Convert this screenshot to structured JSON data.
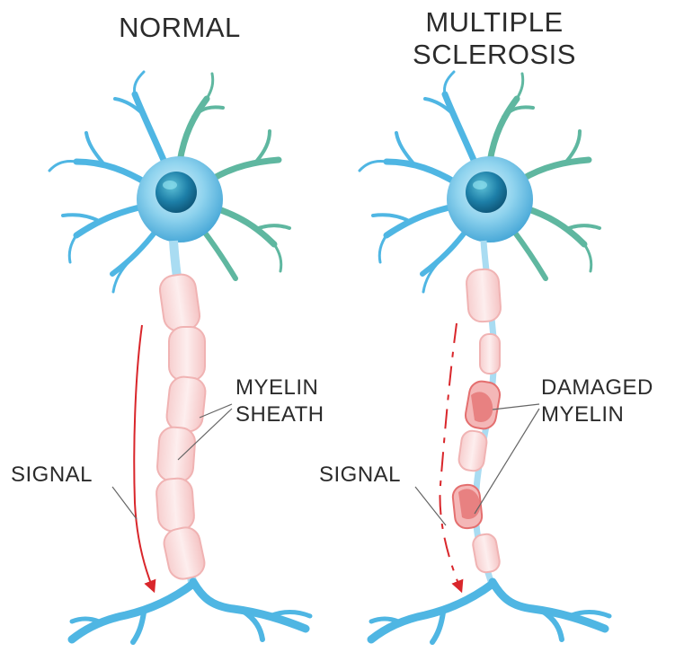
{
  "panels": {
    "normal": {
      "title": "NORMAL",
      "sheath_label_line1": "MYELIN",
      "sheath_label_line2": "SHEATH",
      "signal_label": "SIGNAL"
    },
    "ms": {
      "title_line1": "MULTIPLE",
      "title_line2": "SCLEROSIS",
      "damage_label_line1": "DAMAGED",
      "damage_label_line2": "MYELIN",
      "signal_label": "SIGNAL"
    }
  },
  "colors": {
    "soma": "#8fd3ee",
    "soma_dark": "#3aa6d6",
    "nucleus": "#1d7fa8",
    "dendrite_blue": "#4fb6e3",
    "dendrite_green": "#5fb7a0",
    "myelin_fill": "#fbe2e2",
    "myelin_stroke": "#f0b3b3",
    "damaged_myelin": "#e46f6f",
    "axon": "#a9dcf2",
    "signal": "#d9262b",
    "text": "#2b2b2b",
    "leader_line": "#666666"
  }
}
